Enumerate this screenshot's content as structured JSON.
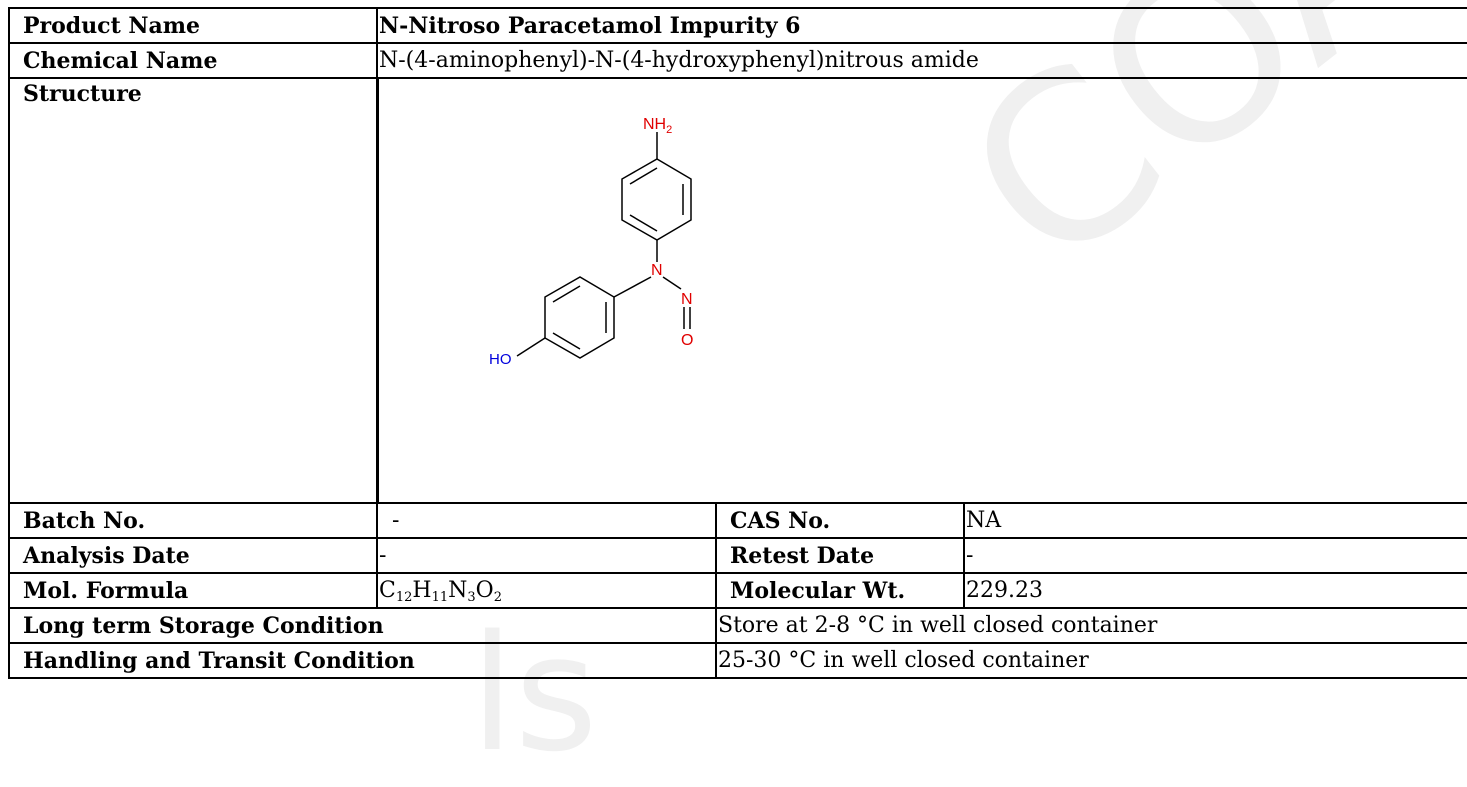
{
  "product": {
    "label": "Product Name",
    "value": "N-Nitroso Paracetamol Impurity 6"
  },
  "chemical": {
    "label": "Chemical Name",
    "value": "N-(4-aminophenyl)-N-(4-hydroxyphenyl)nitrous amide"
  },
  "structure": {
    "label": "Structure",
    "atoms": {
      "amine": "NH",
      "amine_sub": "2",
      "n1": "N",
      "n2": "N",
      "o": "O",
      "hydroxyl": "HO"
    },
    "colors": {
      "nitrogen": "#e00000",
      "oxygen": "#e00000",
      "hydroxyl": "#0000dd",
      "bond": "#000000"
    }
  },
  "batch": {
    "label": "Batch No.",
    "value": "-"
  },
  "cas": {
    "label": "CAS No.",
    "value": "NA"
  },
  "analysis": {
    "label": "Analysis Date",
    "value": "-"
  },
  "retest": {
    "label": "Retest Date",
    "value": "-"
  },
  "formula": {
    "label": "Mol. Formula",
    "parts": [
      "C",
      "12",
      "H",
      "11",
      "N",
      "3",
      "O",
      "2"
    ]
  },
  "molwt": {
    "label": "Molecular Wt.",
    "value": "229.23"
  },
  "storage": {
    "label": "Long term Storage Condition",
    "value": "Store at 2-8 °C in well closed container"
  },
  "handling": {
    "label": "Handling and Transit Condition",
    "value": "25-30 °C in well closed container"
  },
  "watermark": {
    "top": "COA",
    "bottom": "ls"
  }
}
